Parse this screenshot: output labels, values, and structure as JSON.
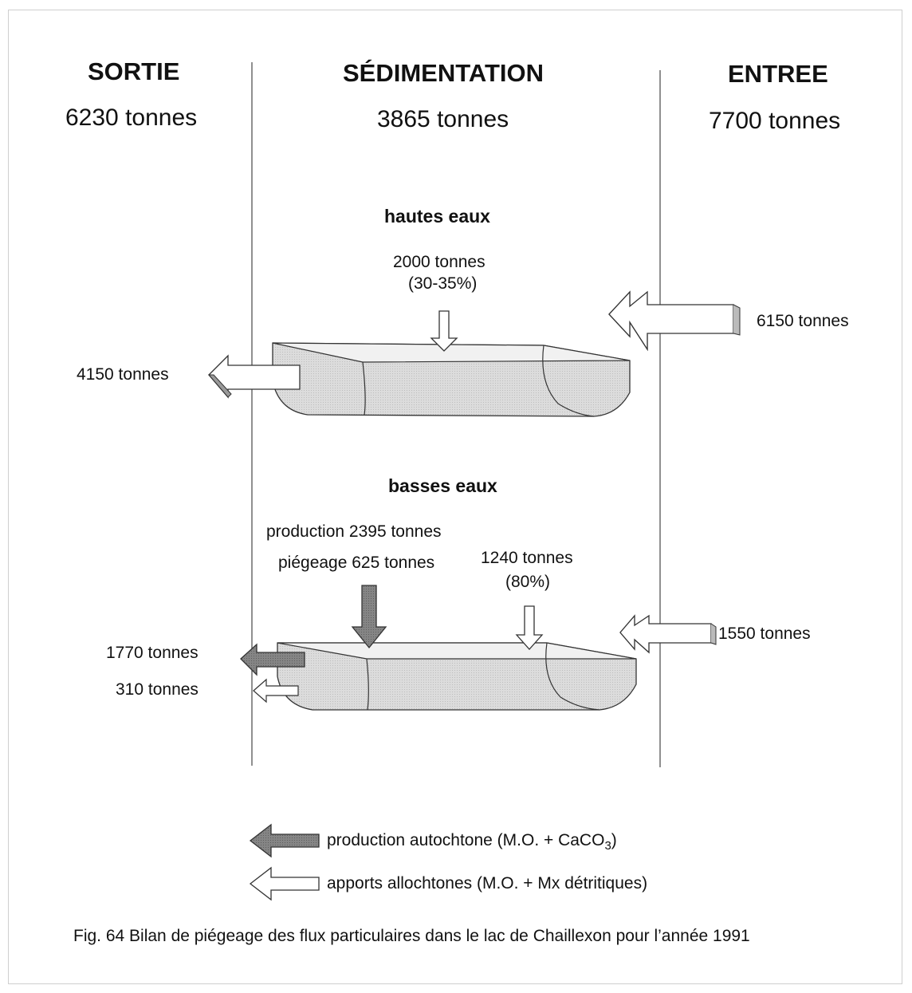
{
  "columns": {
    "sortie": {
      "title": "SORTIE",
      "total": "6230 tonnes"
    },
    "sedimentation": {
      "title": "SÉDIMENTATION",
      "total": "3865 tonnes"
    },
    "entree": {
      "title": "ENTREE",
      "total": "7700 tonnes"
    }
  },
  "hautes_eaux": {
    "title": "hautes eaux",
    "input_value": "2000 tonnes",
    "input_percent": "(30-35%)",
    "inflow": "6150 tonnes",
    "outflow": "4150 tonnes"
  },
  "basses_eaux": {
    "title": "basses eaux",
    "production": "production 2395 tonnes",
    "piegeage": "piégeage 625 tonnes",
    "input_value": "1240 tonnes",
    "input_percent": "(80%)",
    "inflow": "1550 tonnes",
    "outflow_production": "1770 tonnes",
    "outflow_allochthonous": "310 tonnes"
  },
  "legend": {
    "production_prefix": "production autochtone (M.O. + CaCO",
    "production_subscript": "3",
    "production_suffix": ")",
    "allochthonous": "apports allochtones (M.O. + Mx détritiques)"
  },
  "caption": "Fig. 64  Bilan de piégeage des flux particulaires dans le lac de Chaillexon pour l’année 1991",
  "colors": {
    "lake_fill": "#d9d9d9",
    "production_arrow": "#7a7a7a",
    "allochthonous_arrow": "#ffffff",
    "stroke": "#333333"
  }
}
